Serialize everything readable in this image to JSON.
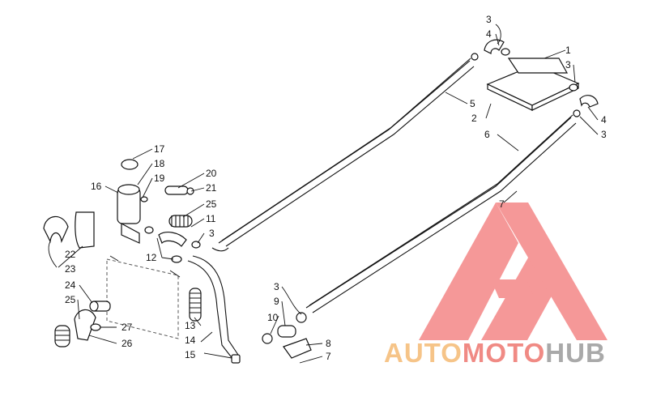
{
  "diagram": {
    "callouts": [
      "1",
      "2",
      "3",
      "4",
      "5",
      "6",
      "7",
      "8",
      "9",
      "10",
      "11",
      "12",
      "13",
      "14",
      "15",
      "16",
      "17",
      "18",
      "19",
      "20",
      "21",
      "22",
      "23",
      "24",
      "25",
      "26",
      "27"
    ]
  },
  "watermark": {
    "part_auto": "AUTO",
    "part_moto": "MOTO",
    "part_hub": "HUB",
    "colors": {
      "logo_red": "#f05a5a",
      "auto": "#f6c488",
      "moto": "#f08a84",
      "hub": "#a9a9a9"
    }
  }
}
